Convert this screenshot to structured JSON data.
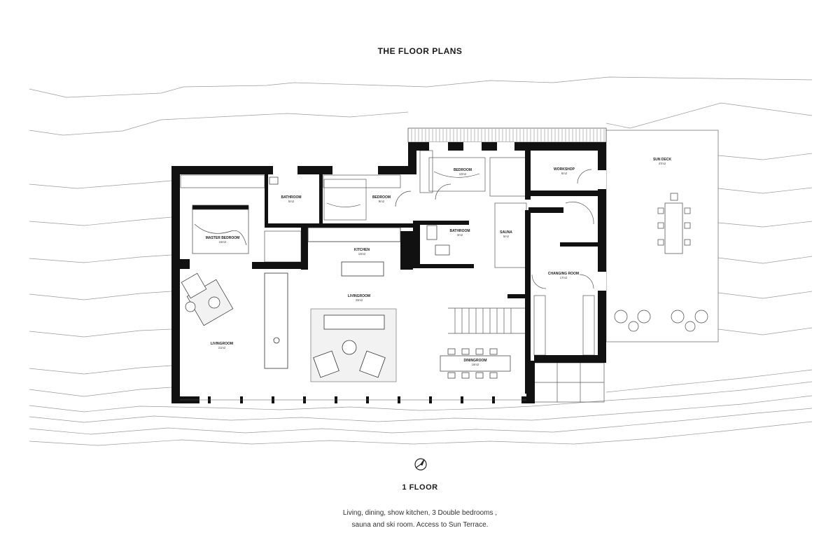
{
  "title": "THE FLOOR PLANS",
  "floor_title": "1 FLOOR",
  "description": {
    "line1": "Living, dining, show kitchen, 3 Double bedrooms ,",
    "line2": "sauna and ski room. Access to Sun Terrace."
  },
  "compass_icon": "north-arrow-icon",
  "rooms": {
    "master_bedroom": {
      "name": "MASTER BEDROOM",
      "area": "15m2"
    },
    "bathroom_1": {
      "name": "BATHROOM",
      "area": "5m2"
    },
    "bedroom_1": {
      "name": "BEDROOM",
      "area": "9m2"
    },
    "bedroom_2": {
      "name": "BEDROOM",
      "area": "10m2"
    },
    "workshop": {
      "name": "WORKSHOP",
      "area": "6m2"
    },
    "sun_deck": {
      "name": "SUN DECK",
      "area": "47m2"
    },
    "bathroom_2": {
      "name": "BATHROOM",
      "area": "3m2"
    },
    "sauna": {
      "name": "SAUNA",
      "area": "5m2"
    },
    "kitchen": {
      "name": "KITCHEN",
      "area": "10m2"
    },
    "changing_room": {
      "name": "CHANGING ROOM",
      "area": "17m2"
    },
    "livingroom_center": {
      "name": "LIVINGROOM",
      "area": "33m2"
    },
    "livingroom_left": {
      "name": "LIVINGROOM",
      "area": "21m2"
    },
    "diningroom": {
      "name": "DININGROOM",
      "area": "16m2"
    }
  }
}
